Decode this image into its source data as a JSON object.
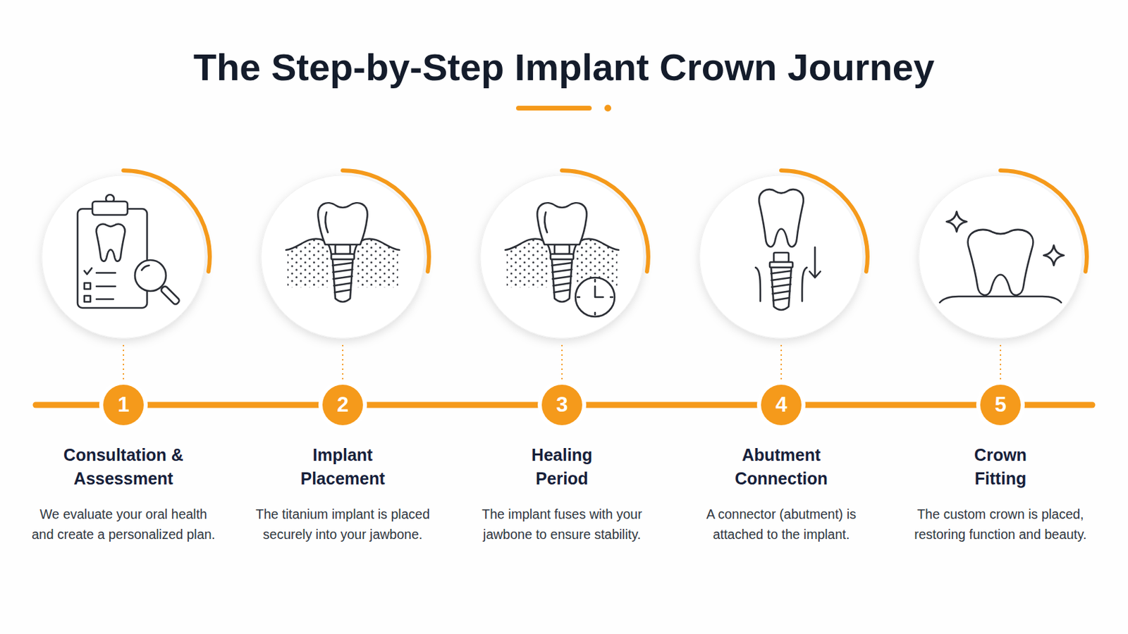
{
  "diagram": {
    "title": "The Step-by-Step Implant Crown Journey",
    "nodes": [
      {
        "text": [
          "1",
          "Consultation & Assessment",
          "We evaluate your oral health and create a personalized plan."
        ]
      },
      {
        "text": [
          "2",
          "Implant Placement",
          "The titanium implant is placed securely into your jawbone."
        ]
      },
      {
        "text": [
          "3",
          "Healing Period",
          "The implant fuses with your jawbone to ensure stability."
        ]
      },
      {
        "text": [
          "4",
          "Abutment Connection",
          "A connector (abutment) is attached to the implant."
        ]
      },
      {
        "text": [
          "5",
          "Crown Fitting",
          "The custom crown is placed, restoring function and beauty."
        ]
      }
    ],
    "edges": [
      {
        "from": 0,
        "to": 1,
        "arrow": "none"
      },
      {
        "from": 1,
        "to": 2,
        "arrow": "none"
      },
      {
        "from": 2,
        "to": 3,
        "arrow": "none"
      },
      {
        "from": 3,
        "to": 4,
        "arrow": "none"
      }
    ]
  }
}
